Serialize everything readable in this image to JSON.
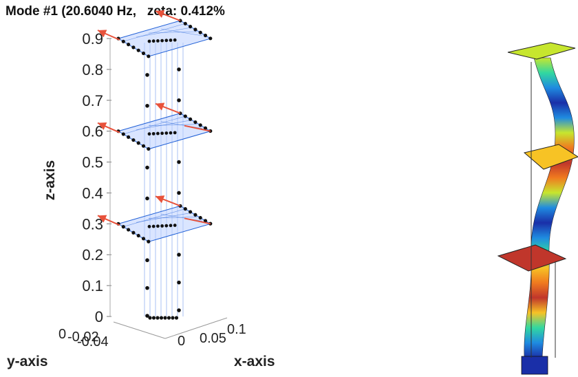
{
  "title": "Mode #1 (20.6040 Hz,   zeta: 0.412%",
  "chart_data": {
    "type": "scatter",
    "title": "Mode #1 (20.6040 Hz,   zeta: 0.412%",
    "xlabel": "x-axis",
    "ylabel": "y-axis",
    "zlabel": "z-axis",
    "z_ticks": [
      "0",
      "0.1",
      "0.2",
      "0.3",
      "0.4",
      "0.5",
      "0.6",
      "0.7",
      "0.8",
      "0.9"
    ],
    "x_ticks": [
      "0",
      "0.05",
      "0.1"
    ],
    "y_ticks": [
      "0",
      "-0.02",
      "-0.04"
    ],
    "zlim": [
      0,
      0.9
    ],
    "floor_levels": [
      0.3,
      0.6,
      0.9
    ],
    "column_sensor_levels": [
      0.02,
      0.11,
      0.2,
      0.4,
      0.5,
      0.7,
      0.8
    ],
    "mode_shape_arrows": [
      {
        "floor": 0.9,
        "direction": "-x"
      },
      {
        "floor": 0.6,
        "direction": "-x"
      },
      {
        "floor": 0.3,
        "direction": "-x"
      }
    ],
    "colors": {
      "arrow": "#e8523b",
      "floor": "#1f5fd6",
      "marker": "#111111"
    },
    "grid": false
  },
  "fem_view": {
    "colormap": [
      "#1a2fa8",
      "#1f8be0",
      "#32d8a0",
      "#c7e62e",
      "#f7c325",
      "#f07a1f",
      "#c0362b"
    ]
  }
}
